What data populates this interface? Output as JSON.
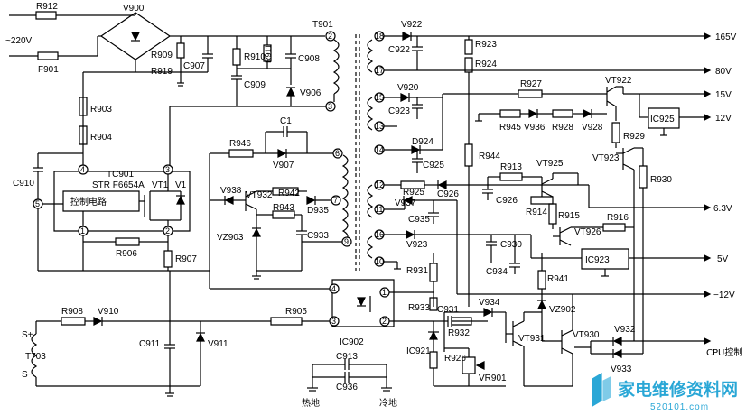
{
  "labels": {
    "input_voltage": "~220V",
    "R912": "R912",
    "F901": "F901",
    "V900": "V900",
    "R909": "R909",
    "R919": "R919",
    "C907": "C907",
    "R910": "R910",
    "R911": "R911",
    "C908": "C908",
    "C909": "C909",
    "V906": "V906",
    "T901": "T901",
    "R903": "R903",
    "R904": "R904",
    "C910": "C910",
    "TC901": "TC901",
    "ic_part": "STR F6654A",
    "VT1": "VT1",
    "V1": "V1",
    "control_circuit": "控制电路",
    "R906": "R906",
    "R907": "R907",
    "R946": "R946",
    "C1": "C1",
    "V907": "V907",
    "V938": "V938",
    "VT932": "VT932",
    "R942": "R942",
    "D935": "D935",
    "R943": "R943",
    "VZ903": "VZ903",
    "C933": "C933",
    "V922": "V922",
    "C922": "C922",
    "R923": "R923",
    "R924": "R924",
    "V920": "V920",
    "C923": "C923",
    "D924": "D924",
    "C925": "C925",
    "R927": "R927",
    "VT922": "VT922",
    "R945": "R945",
    "V936": "V936",
    "R928": "R928",
    "V928": "V928",
    "IC925": "IC925",
    "R929": "R929",
    "R944": "R944",
    "VT923": "VT923",
    "R930": "R930",
    "R925": "R925",
    "C926": "C926",
    "R913": "R913",
    "VT925": "VT925",
    "C926b": "C926",
    "R914": "R914",
    "R915": "R915",
    "V937": "V937",
    "C935": "C935",
    "V923": "V923",
    "C930": "C930",
    "VT926": "VT926",
    "R916": "R916",
    "C934": "C934",
    "R941": "R941",
    "IC923": "IC923",
    "R931": "R931",
    "VZ902": "VZ902",
    "R908": "R908",
    "V910": "V910",
    "S_plus": "S+",
    "S_minus": "S−",
    "T703": "T703",
    "C911": "C911",
    "V911": "V911",
    "R905": "R905",
    "IC902": "IC902",
    "R933": "R933",
    "C931": "C931",
    "V934": "V934",
    "R932": "R932",
    "IC921": "IC921",
    "R926": "R926",
    "VR901": "VR901",
    "VT931": "VT931",
    "VT930": "VT930",
    "V932": "V932",
    "V933": "V933",
    "C913": "C913",
    "C936": "C936",
    "hot_ground": "热地",
    "cold_ground": "冷地"
  },
  "pins": {
    "p1": "1",
    "p2": "2",
    "p3": "3",
    "p4": "4",
    "p5": "5",
    "t2": "2",
    "t3": "3",
    "t6": "6",
    "t7": "7",
    "t9": "9",
    "t10": "10",
    "t11": "11",
    "t12": "12",
    "t13": "13",
    "t14": "14",
    "t15": "15",
    "t16": "16",
    "t17": "17",
    "t18": "18",
    "o1": "1",
    "o2": "2",
    "o3": "3",
    "o4": "4"
  },
  "outputs": {
    "v165": "165V",
    "v80": "80V",
    "v15": "15V",
    "v12": "12V",
    "v63": "6.3V",
    "v5": "5V",
    "vm12": "−12V",
    "cpu": "CPU控制"
  },
  "watermark": {
    "text": "家电维修资料网",
    "url": "520101.com"
  }
}
